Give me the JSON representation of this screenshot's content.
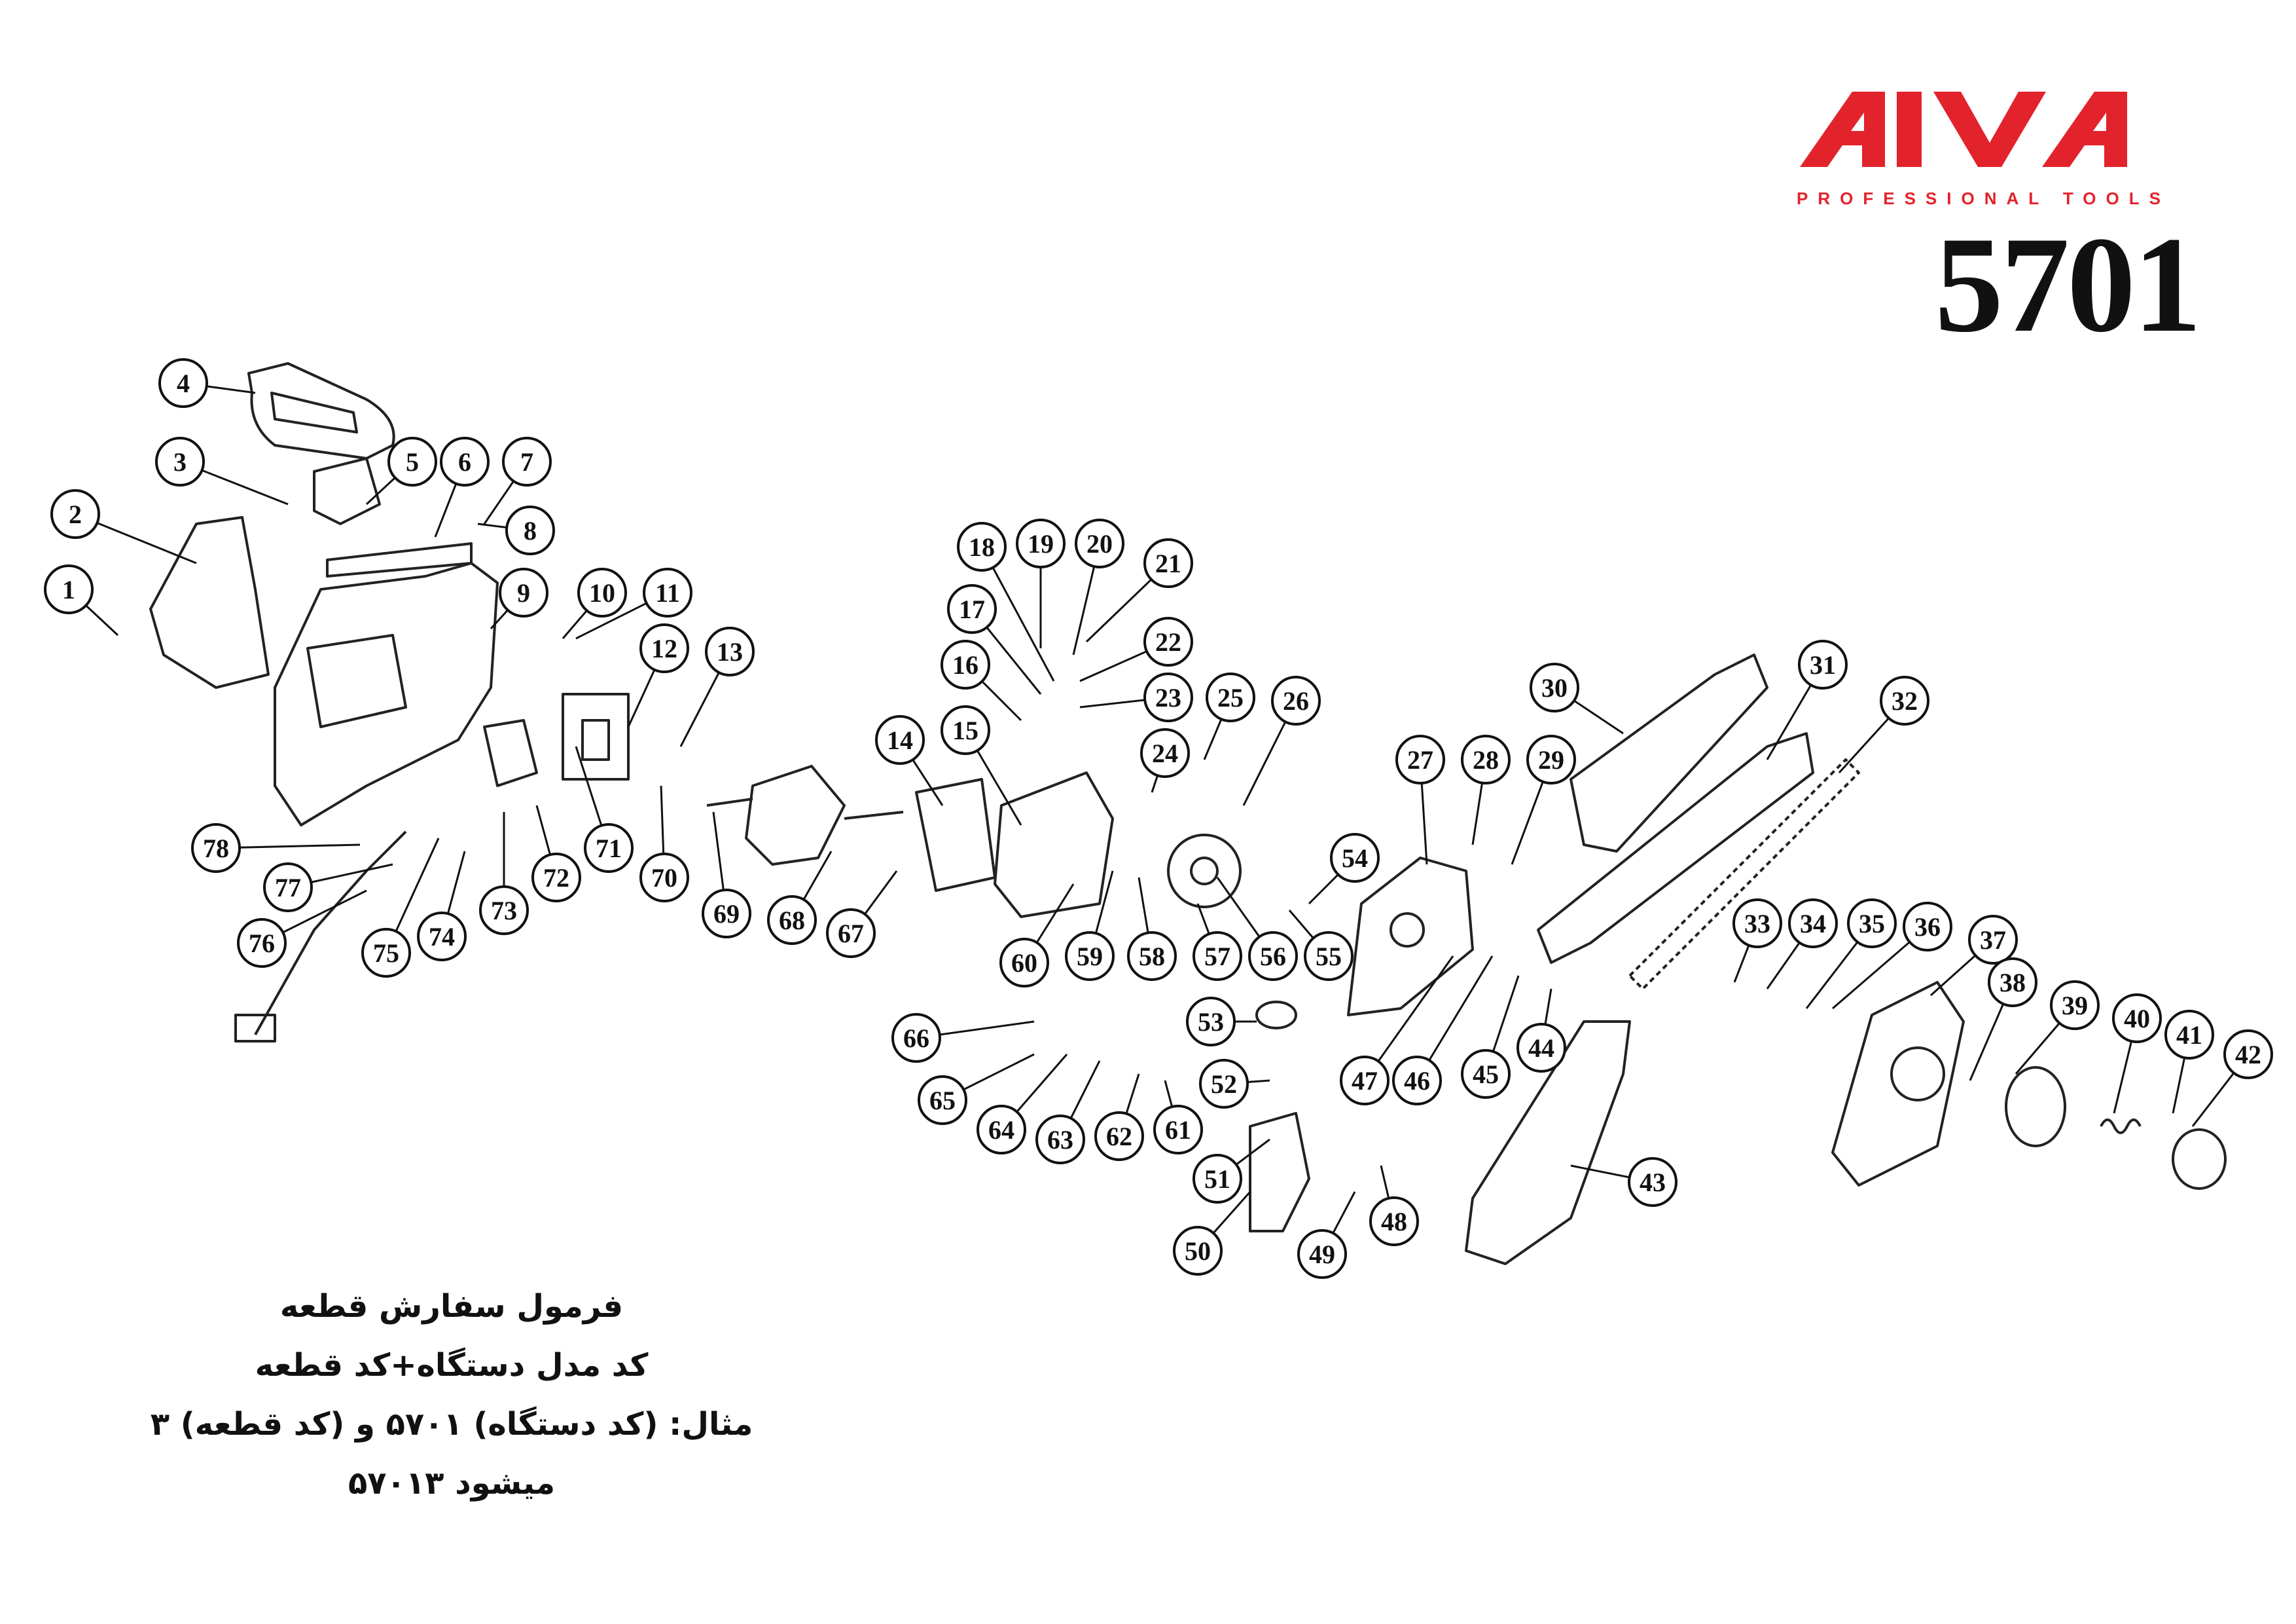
{
  "brand": {
    "logo_text": "AIVA",
    "tagline": "PROFESSIONAL TOOLS",
    "color": "#e3232c"
  },
  "model_number": "5701",
  "part_numbers": [
    "1",
    "2",
    "3",
    "4",
    "5",
    "6",
    "7",
    "8",
    "9",
    "10",
    "11",
    "12",
    "13",
    "14",
    "15",
    "16",
    "17",
    "18",
    "19",
    "20",
    "21",
    "22",
    "23",
    "24",
    "25",
    "26",
    "27",
    "28",
    "29",
    "30",
    "31",
    "32",
    "33",
    "34",
    "35",
    "36",
    "37",
    "38",
    "39",
    "40",
    "41",
    "42",
    "43",
    "44",
    "45",
    "46",
    "47",
    "48",
    "49",
    "50",
    "51",
    "52",
    "53",
    "54",
    "55",
    "56",
    "57",
    "58",
    "59",
    "60",
    "61",
    "62",
    "63",
    "64",
    "65",
    "66",
    "67",
    "68",
    "69",
    "70",
    "71",
    "72",
    "73",
    "74",
    "75",
    "76",
    "77",
    "78"
  ],
  "order_formula": {
    "title": "فرمول سفارش قطعه",
    "rule": "کد مدل دستگاه+کد قطعه",
    "example": "مثال: (کد دستگاه) ۵۷۰۱ و (کد قطعه) ۳",
    "result": "میشود ۵۷۰۱۳"
  }
}
